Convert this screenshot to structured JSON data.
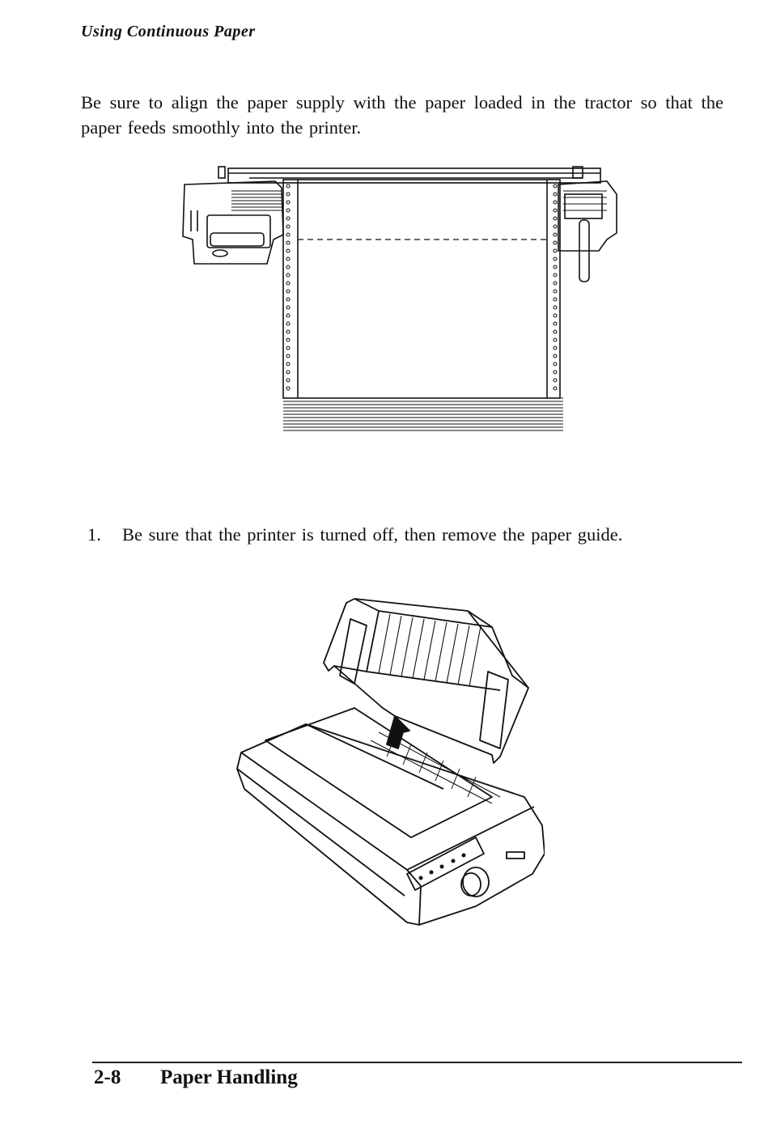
{
  "header": {
    "running_title": "Using Continuous Paper"
  },
  "intro": {
    "text": "Be sure to align the paper supply with the paper loaded in the tractor so that the paper feeds smoothly into the printer."
  },
  "step1": {
    "number": "1.",
    "text": "Be sure that the printer is turned off, then remove the paper guide."
  },
  "footer": {
    "page_number": "2-8",
    "section_title": "Paper Handling"
  }
}
